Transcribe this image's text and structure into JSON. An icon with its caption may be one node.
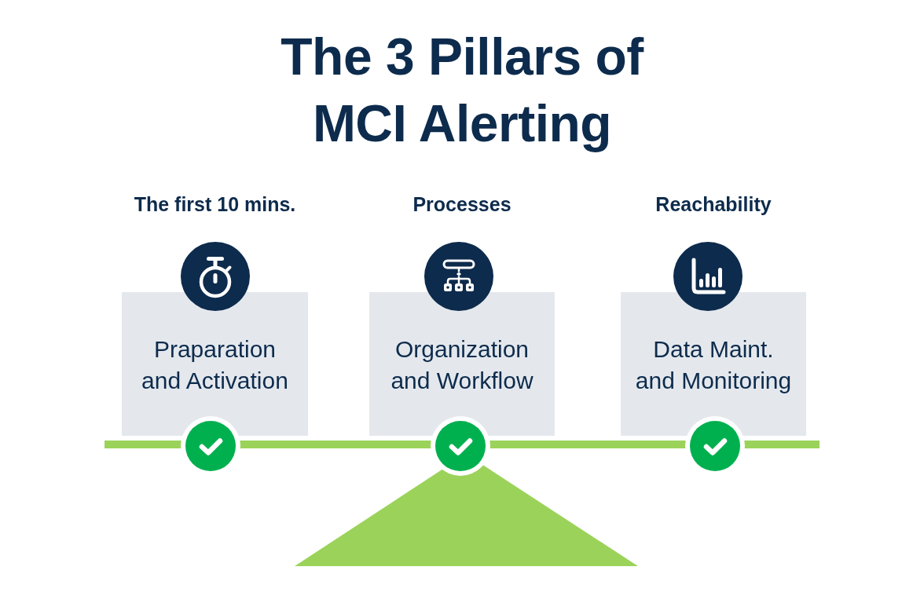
{
  "diagram": {
    "title": "The 3 Pillars of MCI Alerting",
    "nodes": [
      {
        "text": [
          "The first 10 mins.",
          "Praparation and Activation"
        ]
      },
      {
        "text": [
          "Processes",
          "Organization and Workflow"
        ]
      },
      {
        "text": [
          "Reachability",
          "Data Maint. and Monitoring"
        ]
      }
    ]
  }
}
